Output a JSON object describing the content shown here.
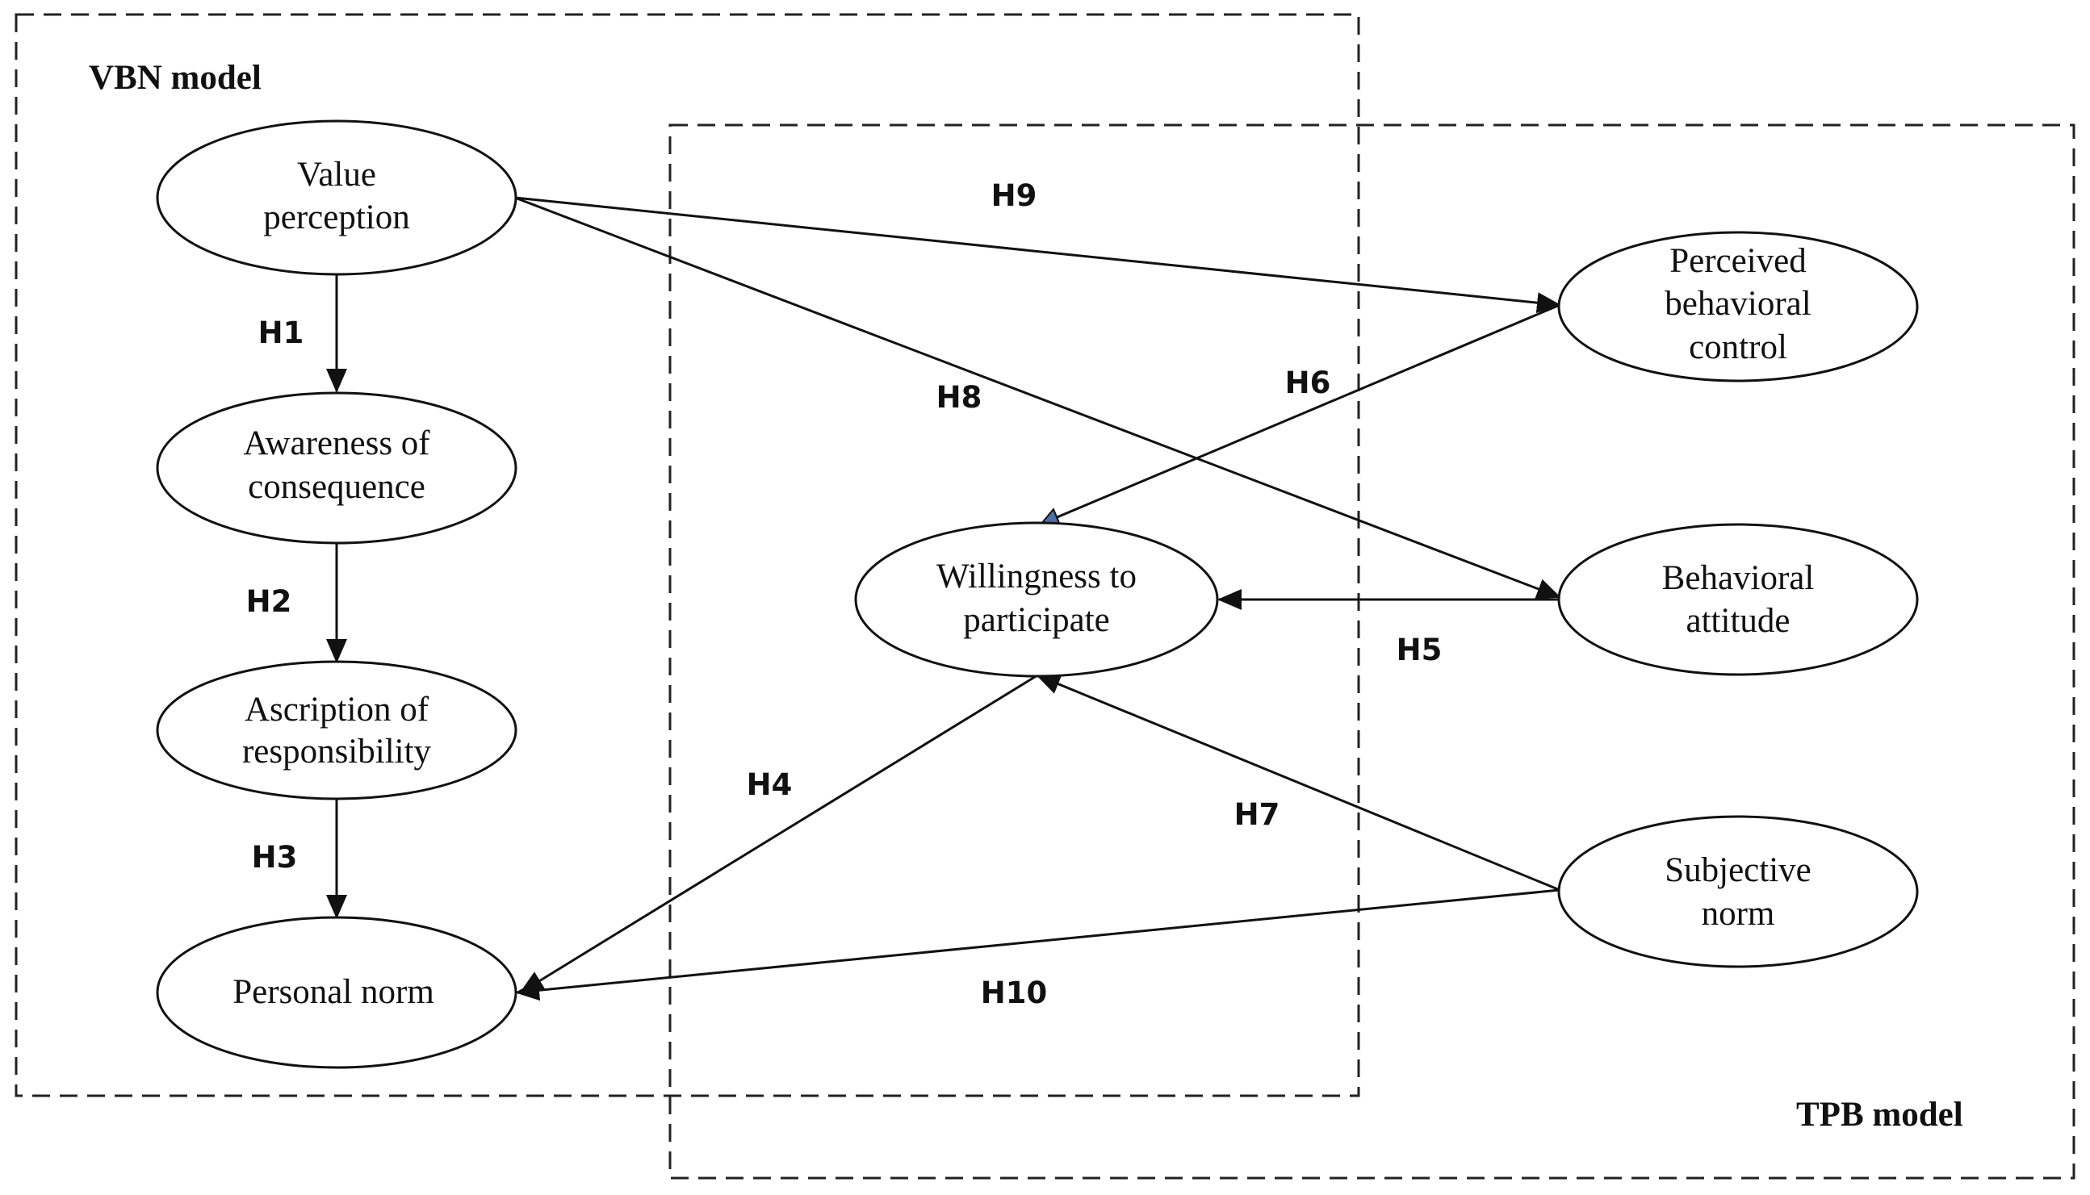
{
  "models": {
    "vbn": "VBN model",
    "tpb": "TPB model"
  },
  "nodes": {
    "value": [
      "Value",
      "perception"
    ],
    "awareness": [
      "Awareness of",
      "consequence"
    ],
    "ascription": [
      "Ascription of",
      "responsibility"
    ],
    "personal": [
      "Personal norm"
    ],
    "willingness": [
      "Willingness to",
      "participate"
    ],
    "pbc": [
      "Perceived",
      "behavioral",
      "control"
    ],
    "attitude": [
      "Behavioral",
      "attitude"
    ],
    "subjective": [
      "Subjective",
      "norm"
    ]
  },
  "hypotheses": {
    "h1": "H1",
    "h2": "H2",
    "h3": "H3",
    "h4": "H4",
    "h5": "H5",
    "h6": "H6",
    "h7": "H7",
    "h8": "H8",
    "h9": "H9",
    "h10": "H10"
  }
}
